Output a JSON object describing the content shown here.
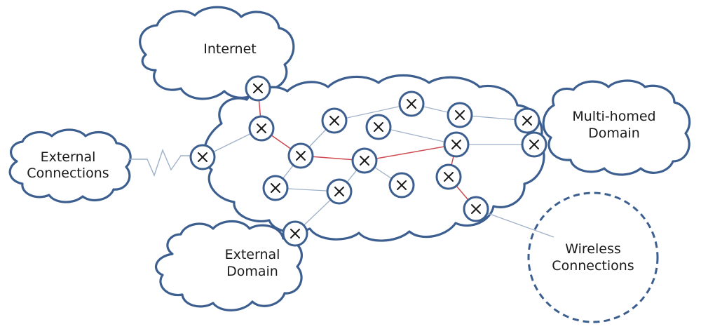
{
  "labels": {
    "internet": "Internet",
    "external_connections_1": "External",
    "external_connections_2": "Connections",
    "multihomed_1": "Multi-homed",
    "multihomed_2": "Domain",
    "external_domain_1": "External",
    "external_domain_2": "Domain",
    "wireless_1": "Wireless",
    "wireless_2": "Connections"
  },
  "colors": {
    "outline": "#3c5f90",
    "link": "#9fb1c8",
    "red_link": "#cf4a52"
  }
}
